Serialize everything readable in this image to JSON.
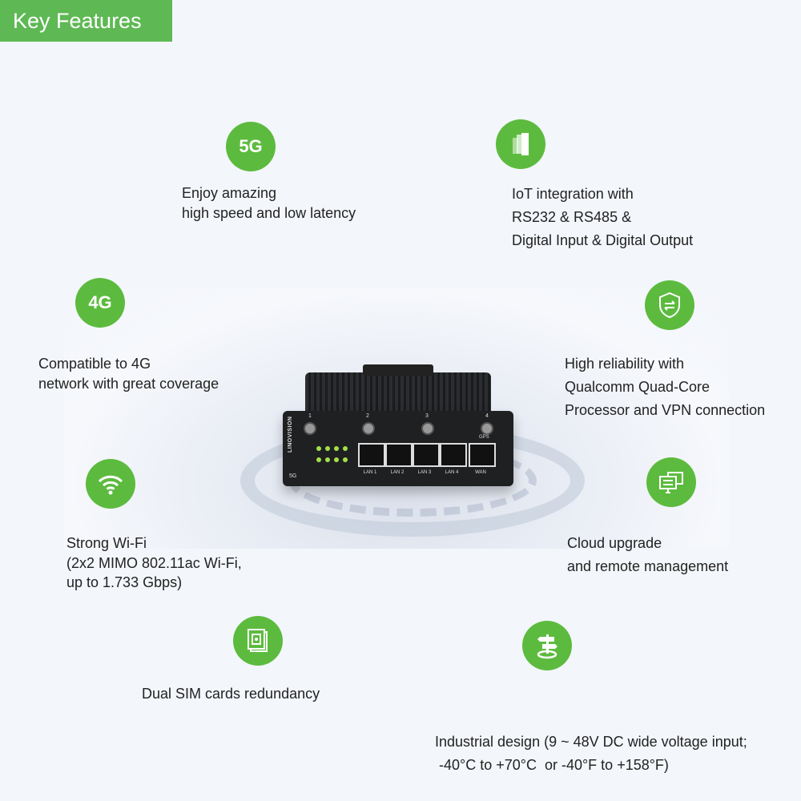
{
  "header": {
    "title": "Key Features"
  },
  "colors": {
    "accent": "#5cbb3e",
    "header_bg": "#5eb854",
    "background": "#f3f6fb"
  },
  "features": [
    {
      "icon": "5g-icon",
      "icon_text": "5G",
      "lines": [
        "Enjoy amazing",
        "high speed and low latency"
      ]
    },
    {
      "icon": "iot-panels-icon",
      "lines": [
        "IoT integration with",
        "RS232 & RS485 &",
        "Digital Input & Digital Output"
      ]
    },
    {
      "icon": "4g-icon",
      "icon_text": "4G",
      "lines": [
        "Compatible to 4G",
        "network with great coverage"
      ]
    },
    {
      "icon": "shield-vpn-icon",
      "lines": [
        "High reliability with",
        "Qualcomm Quad-Core",
        "Processor  and VPN connection"
      ]
    },
    {
      "icon": "wifi-icon",
      "lines": [
        "Strong Wi-Fi",
        "(2x2 MIMO 802.11ac Wi-Fi,",
        "up to 1.733 Gbps)"
      ]
    },
    {
      "icon": "cloud-monitors-icon",
      "lines": [
        "Cloud upgrade",
        "and remote management"
      ]
    },
    {
      "icon": "sim-chip-icon",
      "lines": [
        "Dual SIM cards redundancy"
      ]
    },
    {
      "icon": "signpost-icon",
      "lines": [
        "Industrial design (9 ~ 48V DC wide voltage input;",
        " -40°C to +70°C  or -40°F to +158°F)"
      ]
    }
  ],
  "router": {
    "brand": "LINOVISION",
    "model_badge": "5G",
    "antennas": [
      "1",
      "2",
      "3",
      "4"
    ],
    "antenna_4_sub": "GPS",
    "ports": [
      "LAN 1",
      "LAN 2",
      "LAN 3",
      "LAN 4",
      "WAN"
    ]
  }
}
